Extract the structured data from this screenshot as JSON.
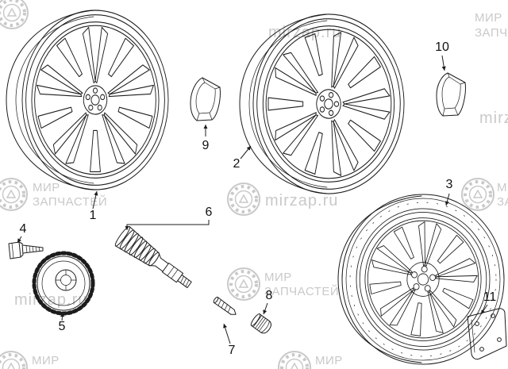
{
  "colors": {
    "background": "#ffffff",
    "line": "#1c1c1c",
    "watermark": "#c9c9c9"
  },
  "watermark": {
    "brand_line1": "МИР",
    "brand_line2": "ЗАПЧАСТЕЙ",
    "site": "mirzap.ru"
  },
  "callouts": [
    {
      "label": "1"
    },
    {
      "label": "2"
    },
    {
      "label": "3"
    },
    {
      "label": "4"
    },
    {
      "label": "5"
    },
    {
      "label": "6"
    },
    {
      "label": "7"
    },
    {
      "label": "8"
    },
    {
      "label": "9"
    },
    {
      "label": "10"
    },
    {
      "label": "11"
    }
  ]
}
